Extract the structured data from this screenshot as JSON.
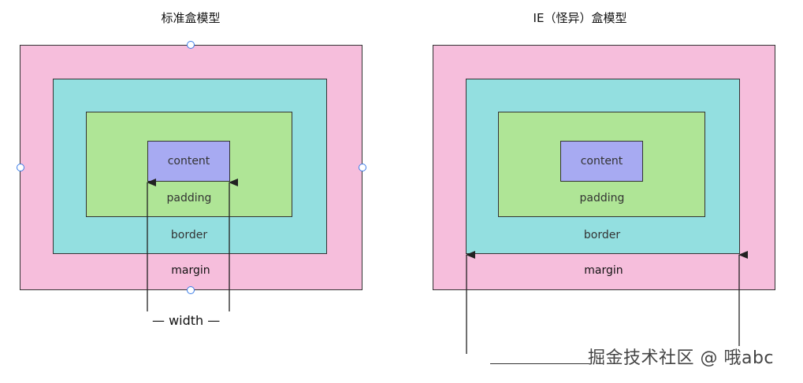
{
  "left_diagram": {
    "title": "标准盒模型",
    "layers": {
      "margin": "margin",
      "border": "border",
      "padding": "padding",
      "content": "content"
    },
    "width_label": "— width —"
  },
  "right_diagram": {
    "title": "IE（怪异）盒模型",
    "layers": {
      "margin": "margin",
      "border": "border",
      "padding": "padding",
      "content": "content"
    }
  },
  "watermark": "掘金技术社区 @ 哦abc",
  "colors": {
    "margin": "#f6bedc",
    "border": "#93dfe0",
    "padding": "#afe596",
    "content": "#a7aaf2",
    "outline": "#333333",
    "handle": "#3b7de8"
  }
}
